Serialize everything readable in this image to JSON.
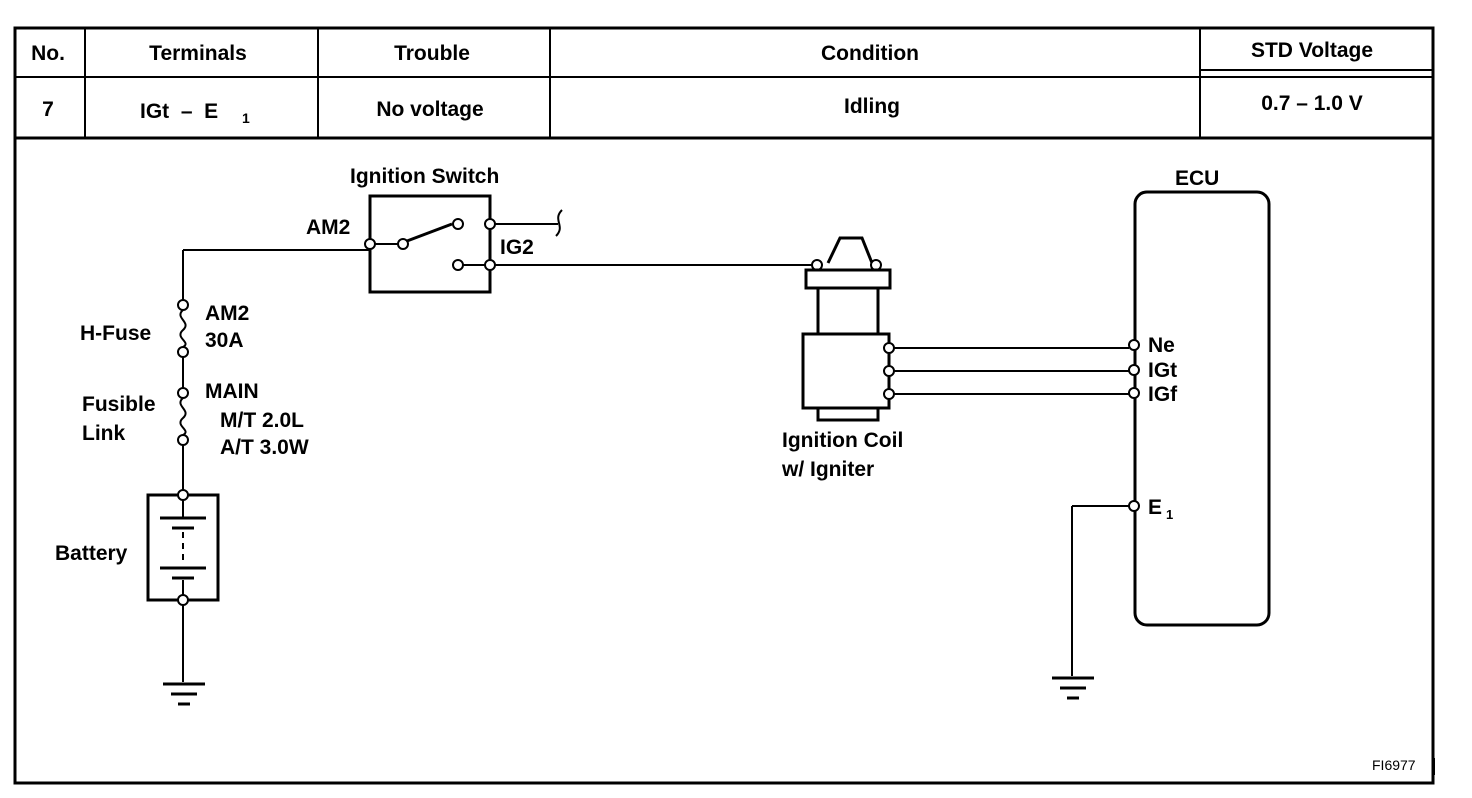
{
  "table": {
    "headers": {
      "no": "No.",
      "terminals": "Terminals",
      "trouble": "Trouble",
      "condition": "Condition",
      "std_voltage": "STD Voltage"
    },
    "row": {
      "no": "7",
      "terminals_main": "IGt  –  E",
      "terminals_sub": "1",
      "trouble": "No voltage",
      "condition": "Idling",
      "std_voltage": "0.7 – 1.0 V"
    }
  },
  "diagram": {
    "ignition_switch": "Ignition Switch",
    "am2_switch": "AM2",
    "ig2": "IG2",
    "fuse_am2": "AM2",
    "fuse_30a": "30A",
    "h_fuse": "H-Fuse",
    "main": "MAIN",
    "mt": "M/T 2.0L",
    "at": "A/T 3.0W",
    "fusible": "Fusible",
    "link": "Link",
    "battery": "Battery",
    "coil_line1": "Ignition Coil",
    "coil_line2": "w/ Igniter",
    "ecu": "ECU",
    "ne": "Ne",
    "igt": "IGt",
    "igf": "IGf",
    "e1_main": "E",
    "e1_sub": "1",
    "figure_code": "FI6977"
  }
}
